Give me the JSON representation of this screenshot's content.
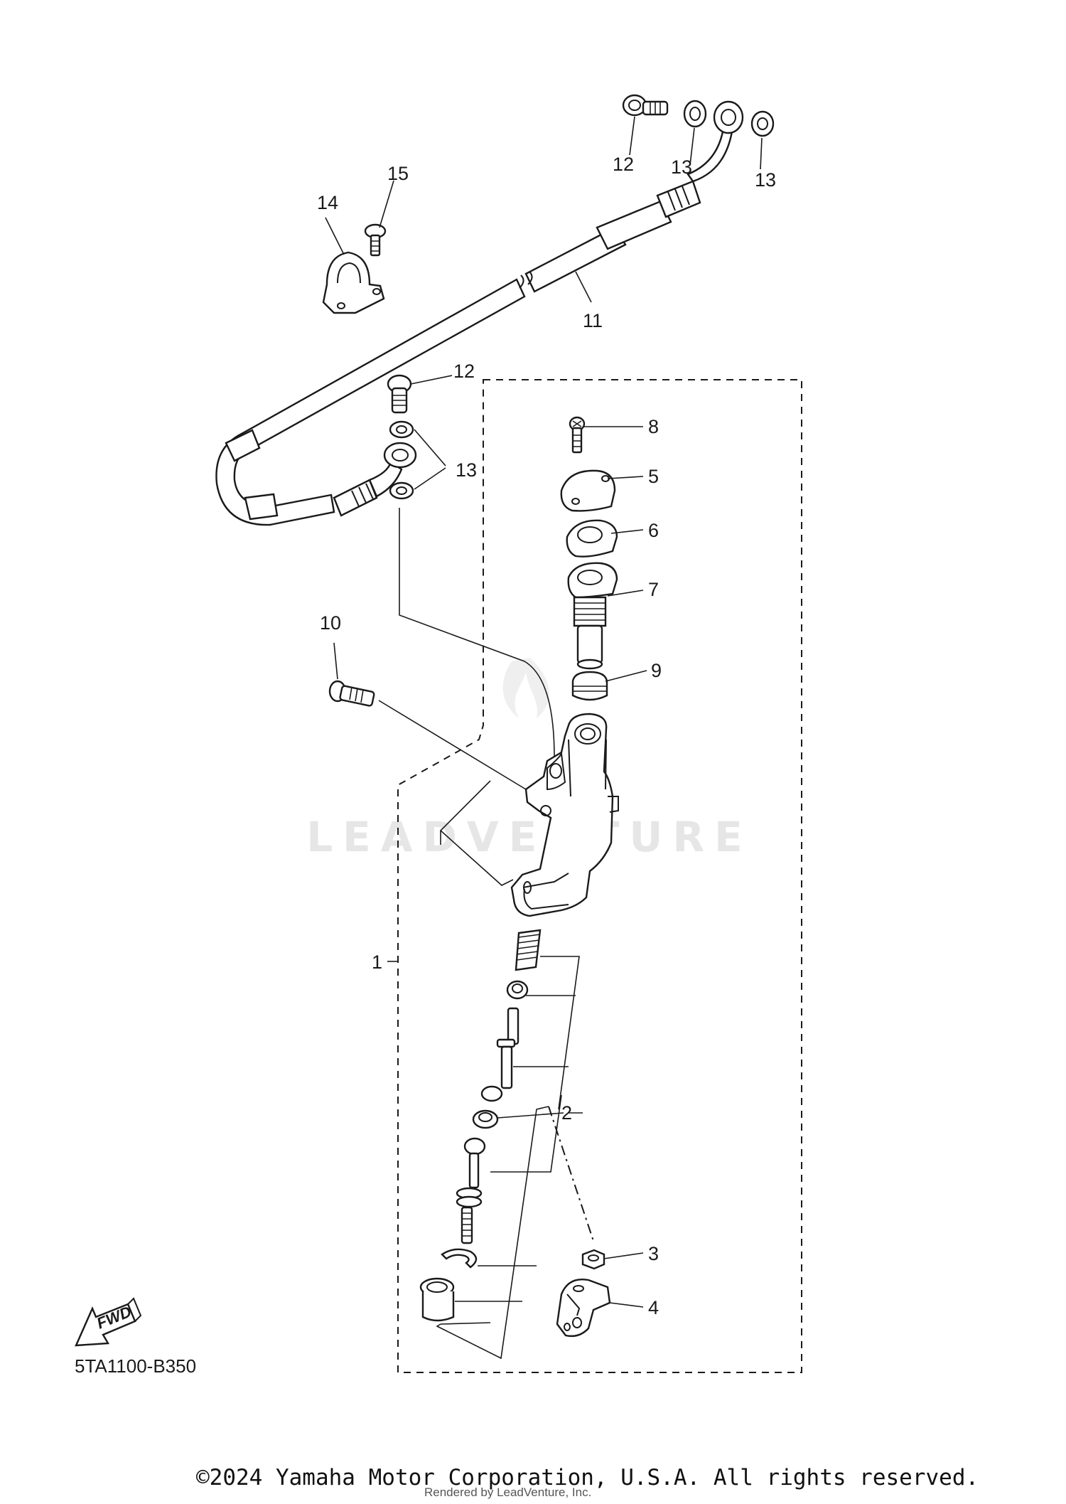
{
  "diagram": {
    "watermark": "LEADVENTURE",
    "fwd_label": "FWD",
    "drawing_code": "5TA1100-B350",
    "callouts": {
      "c1": "1",
      "c2": "2",
      "c3": "3",
      "c4": "4",
      "c5": "5",
      "c6": "6",
      "c7": "7",
      "c8": "8",
      "c9": "9",
      "c10": "10",
      "c11": "11",
      "c12a": "12",
      "c12b": "12",
      "c13a": "13",
      "c13b": "13",
      "c13c": "13",
      "c14": "14",
      "c15": "15"
    }
  },
  "footer": {
    "copyright": "©2024 Yamaha Motor Corporation, U.S.A. All rights reserved.",
    "rendered_by": "Rendered by LeadVenture, Inc."
  }
}
